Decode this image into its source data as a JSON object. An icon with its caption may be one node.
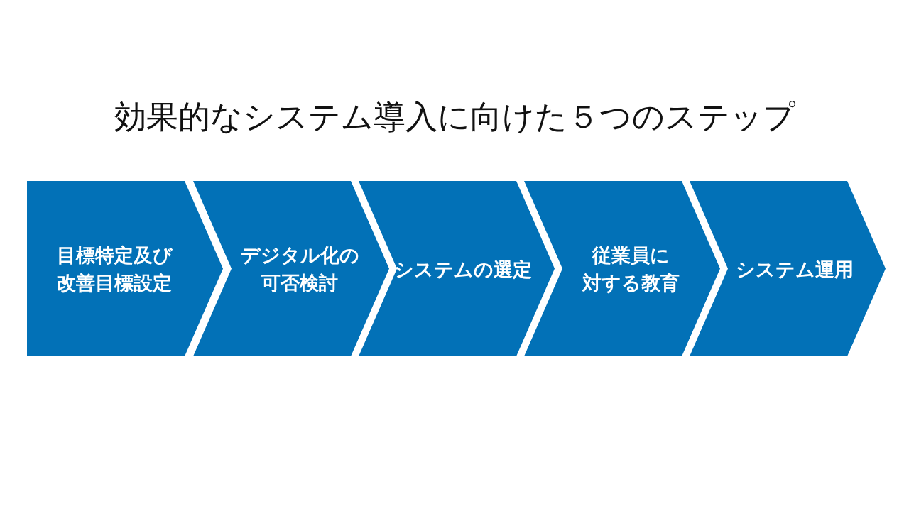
{
  "diagram": {
    "title": "効果的なシステム導入に向けた５つのステップ",
    "nodes": [
      {
        "text": [
          "目標特定及び改善目標設定"
        ]
      },
      {
        "text": [
          "デジタル化の可否検討"
        ]
      },
      {
        "text": [
          "システムの選定"
        ]
      },
      {
        "text": [
          "従業員に対する教育"
        ]
      },
      {
        "text": [
          "システム運用"
        ]
      }
    ]
  }
}
